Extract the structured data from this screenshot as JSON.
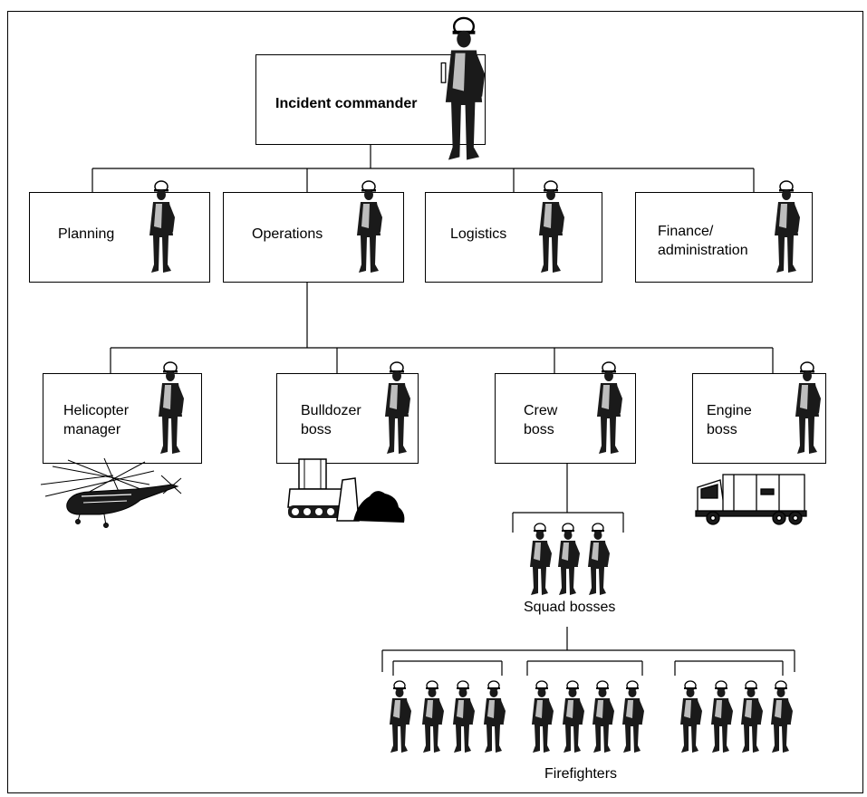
{
  "title": "Incident commander",
  "sections": [
    {
      "id": "planning",
      "label": "Planning"
    },
    {
      "id": "operations",
      "label": "Operations"
    },
    {
      "id": "logistics",
      "label": "Logistics"
    },
    {
      "id": "finance",
      "label_line1": "Finance/",
      "label_line2": "administration"
    }
  ],
  "operations_units": [
    {
      "id": "helicopter",
      "line1": "Helicopter",
      "line2": "manager",
      "equipment_icon": "helicopter-icon"
    },
    {
      "id": "bulldozer",
      "line1": "Bulldozer",
      "line2": "boss",
      "equipment_icon": "bulldozer-icon"
    },
    {
      "id": "crew",
      "line1": "Crew",
      "line2": "boss"
    },
    {
      "id": "engine",
      "line1": "Engine",
      "line2": "boss",
      "equipment_icon": "fire-engine-icon"
    }
  ],
  "squad_bosses_label": "Squad bosses",
  "firefighters_label": "Firefighters",
  "colors": {
    "line": "#000000",
    "silhouette": "#1a1a1a",
    "vest": "#bdbdbd",
    "hardhat": "#ffffff"
  }
}
